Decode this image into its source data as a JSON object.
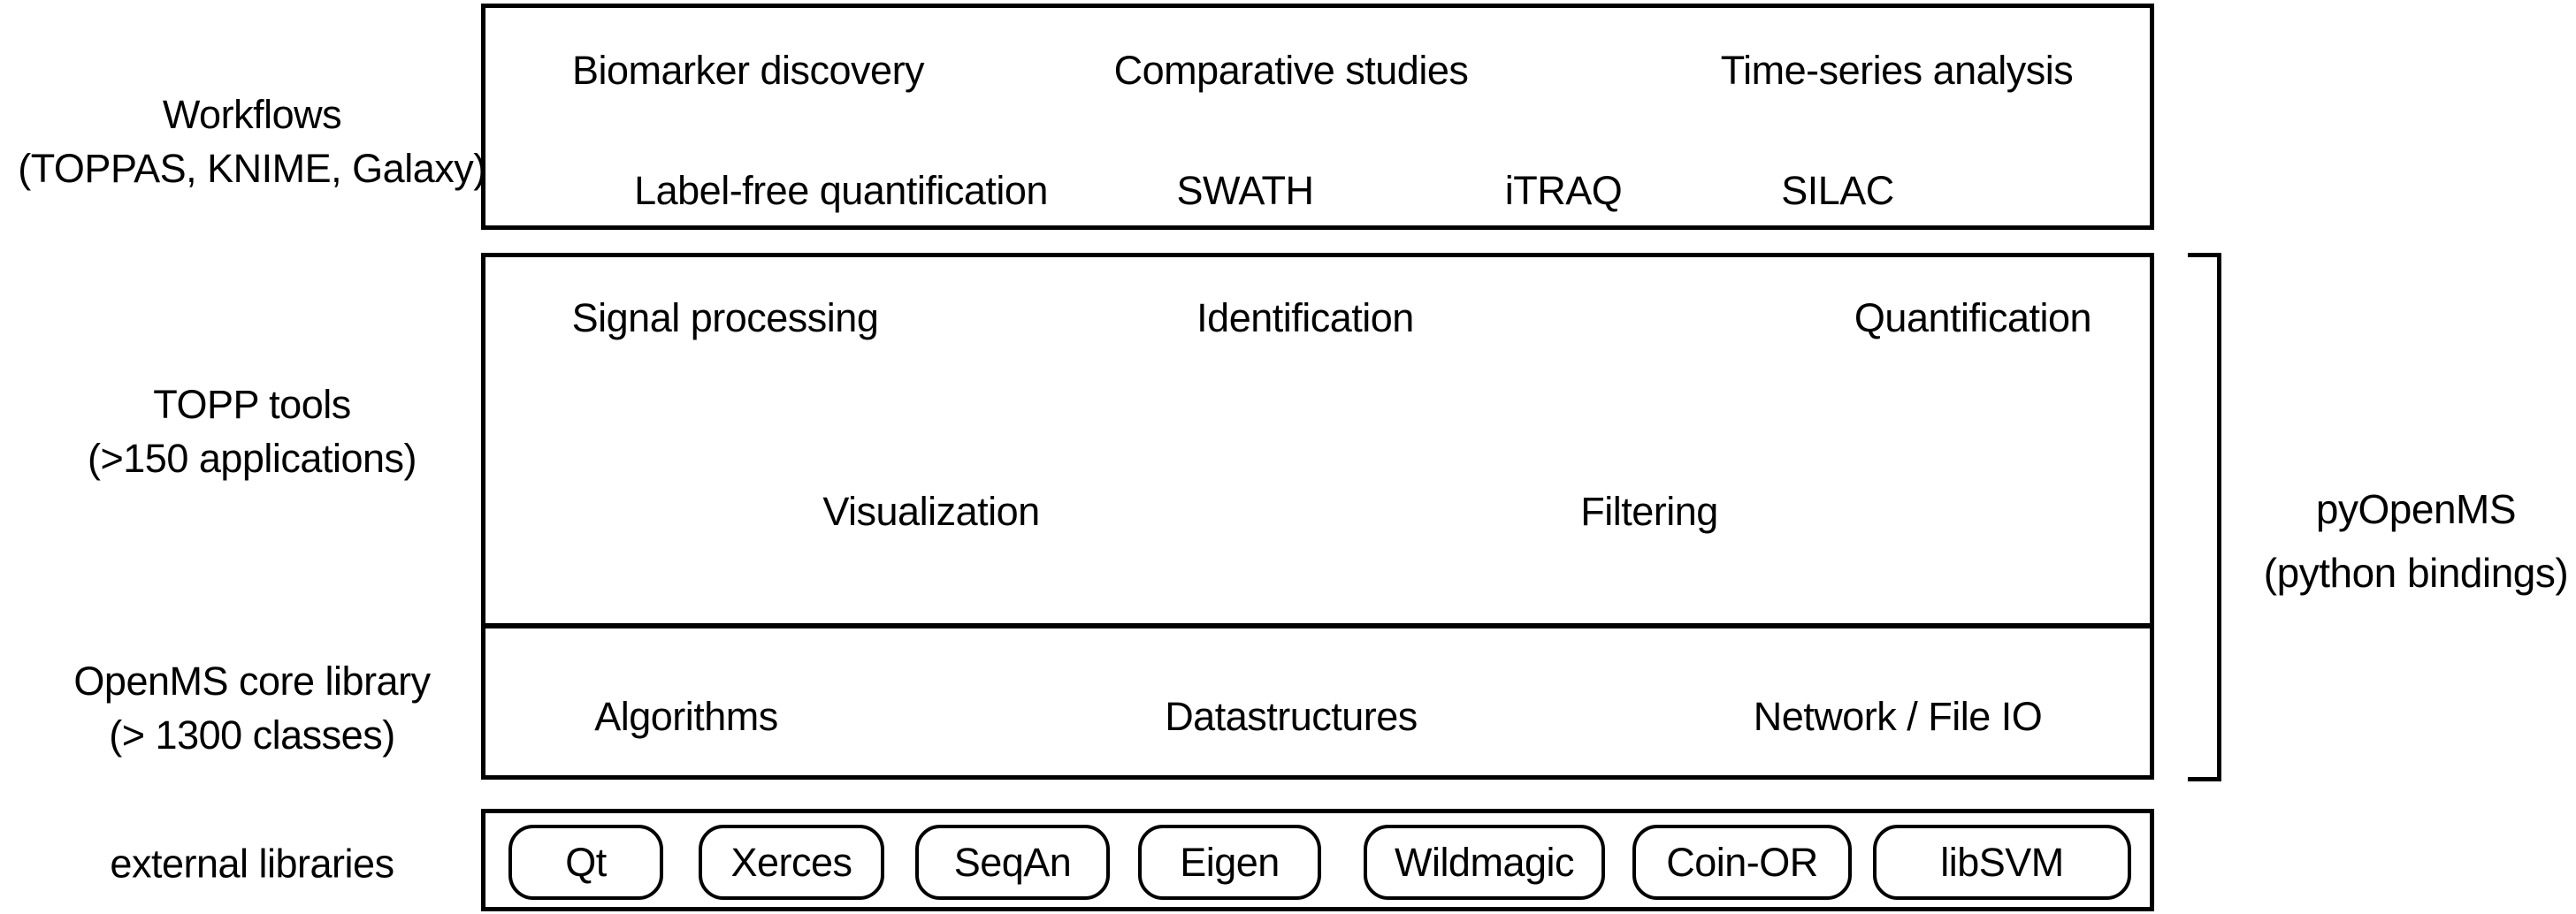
{
  "figure": {
    "title_semantic": "OpenMS software architecture diagram"
  },
  "colors": {
    "background": "#ffffff",
    "line": "#000000",
    "text": "#000000"
  },
  "side_labels": {
    "workflows": {
      "line1": "Workflows",
      "line2": "(TOPPAS, KNIME, Galaxy)"
    },
    "topp": {
      "line1": "TOPP tools",
      "line2": "(>150 applications)"
    },
    "core": {
      "line1": "OpenMS core library",
      "line2": "(> 1300 classes)"
    },
    "external": {
      "line1": "external libraries"
    }
  },
  "workflows_box": {
    "row1": [
      "Biomarker discovery",
      "Comparative studies",
      "Time-series analysis"
    ],
    "row2": [
      "Label-free quantification",
      "SWATH",
      "iTRAQ",
      "SILAC"
    ]
  },
  "topp_box": {
    "row1": [
      "Signal processing",
      "Identification",
      "Quantification"
    ],
    "row2": [
      "Visualization",
      "Filtering"
    ]
  },
  "core_box": {
    "row": [
      "Algorithms",
      "Datastructures",
      "Network / File IO"
    ]
  },
  "external_box": {
    "libraries": [
      "Qt",
      "Xerces",
      "SeqAn",
      "Eigen",
      "Wildmagic",
      "Coin-OR",
      "libSVM"
    ]
  },
  "annotation": {
    "line1": "pyOpenMS",
    "line2": "(python bindings)"
  }
}
